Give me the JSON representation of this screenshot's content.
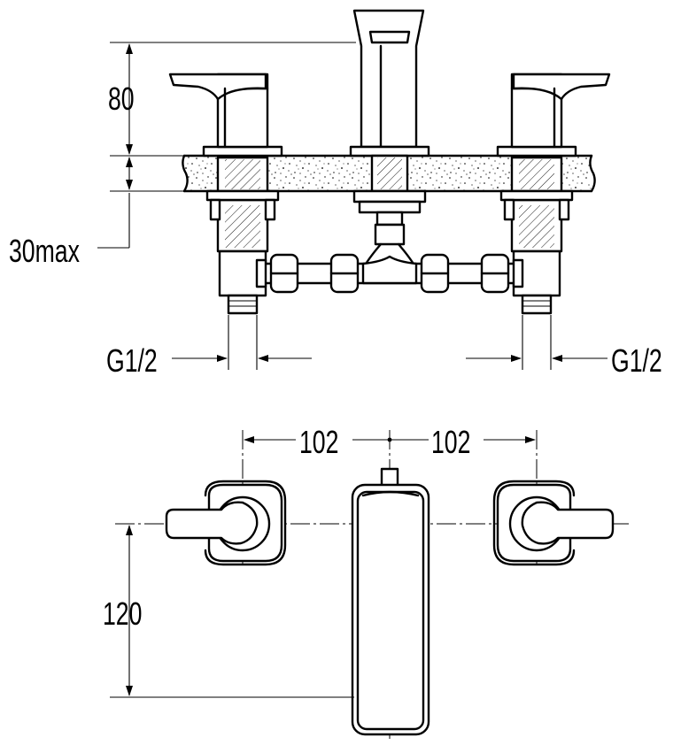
{
  "dimensions": {
    "height_above_deck": "80",
    "deck_thickness": "30max",
    "inlet_left": "G1/2",
    "inlet_right": "G1/2",
    "spacing_left": "102",
    "spacing_right": "102",
    "projection": "120"
  },
  "colors": {
    "line": "#000000",
    "background": "#ffffff"
  }
}
